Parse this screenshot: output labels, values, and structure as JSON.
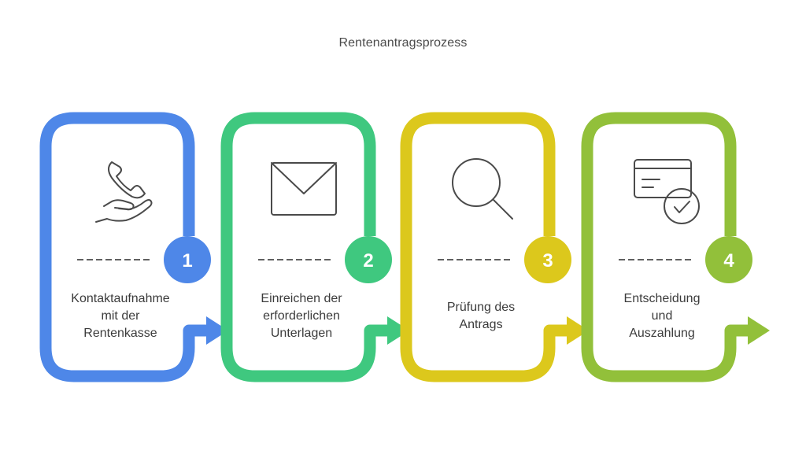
{
  "title": "Rentenantragsprozess",
  "steps": [
    {
      "number": "1",
      "label_lines": [
        "Kontaktaufnahme",
        "mit der",
        "Rentenkasse"
      ],
      "color": "#4e87e8",
      "icon": "phone-hand-icon"
    },
    {
      "number": "2",
      "label_lines": [
        "Einreichen der",
        "erforderlichen",
        "Unterlagen"
      ],
      "color": "#3fc87f",
      "icon": "envelope-icon"
    },
    {
      "number": "3",
      "label_lines": [
        "Prüfung des",
        "Antrags"
      ],
      "color": "#dcc81c",
      "icon": "magnifier-icon"
    },
    {
      "number": "4",
      "label_lines": [
        "Entscheidung",
        "und",
        "Auszahlung"
      ],
      "color": "#92c03a",
      "icon": "card-check-icon"
    }
  ],
  "text_color": "#3c3c3c",
  "icon_color": "#4a4a4a"
}
